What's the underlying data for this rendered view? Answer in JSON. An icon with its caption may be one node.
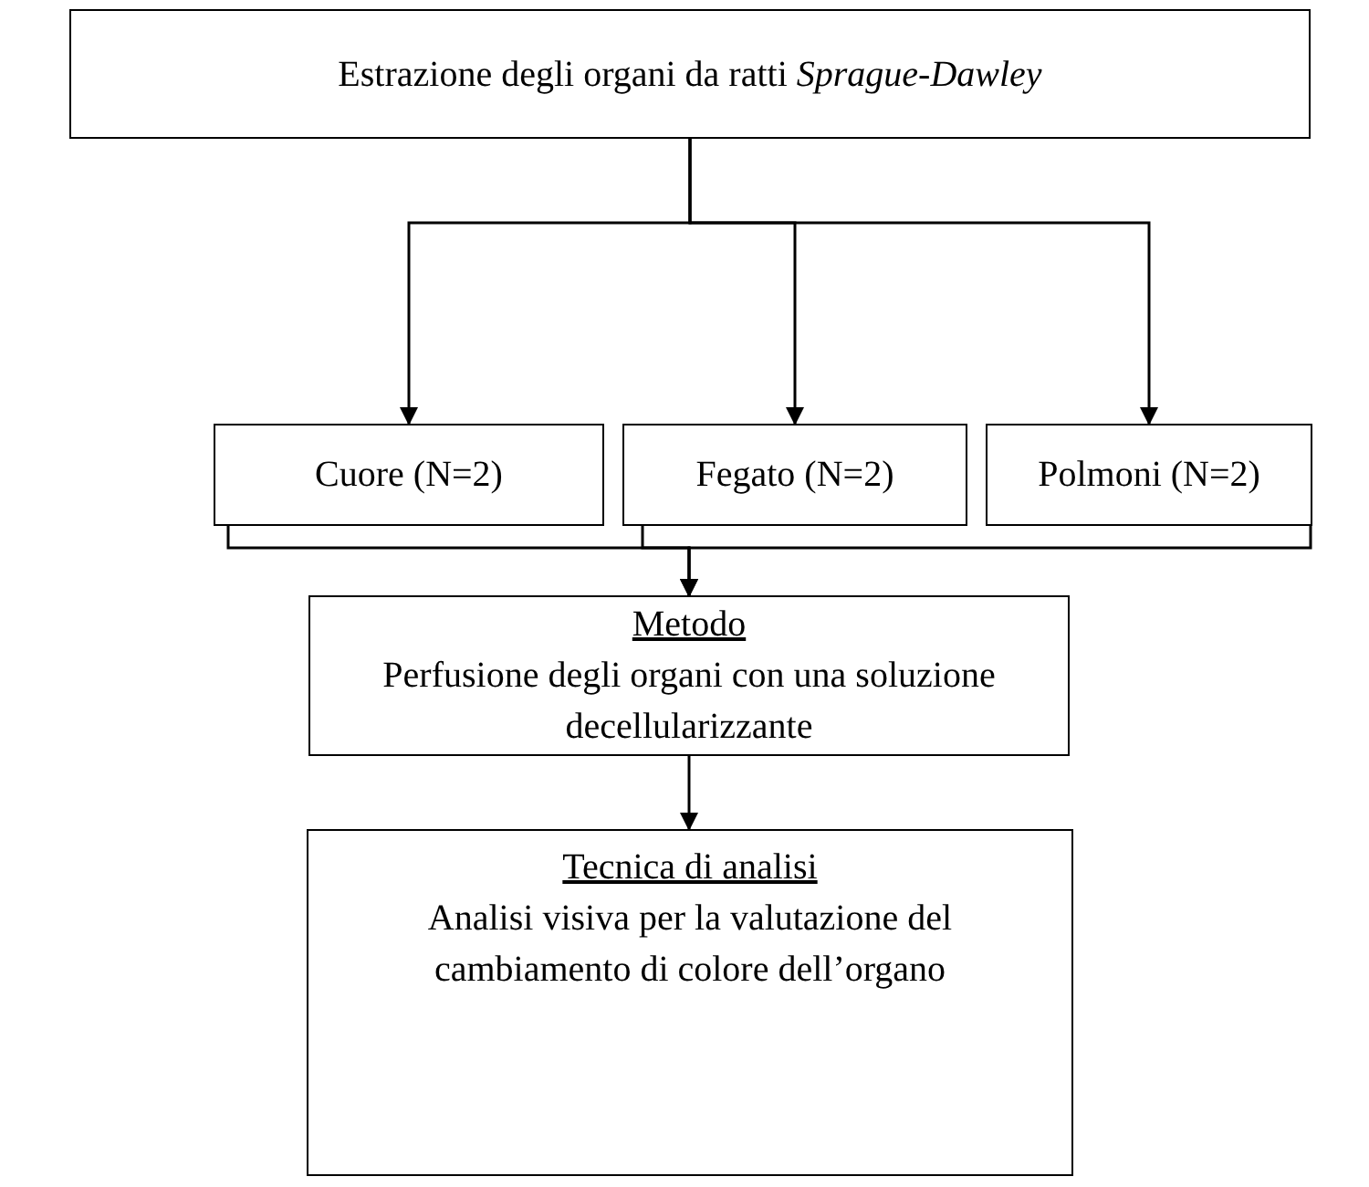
{
  "diagram": {
    "nodes": [
      {
        "text": [
          "Estrazione degli organi da ratti *Sprague-Dawley*"
        ]
      },
      {
        "text": [
          "Cuore (N=2)"
        ]
      },
      {
        "text": [
          "Fegato (N=2)"
        ]
      },
      {
        "text": [
          "Polmoni (N=2)"
        ]
      },
      {
        "text": [
          "Metodo",
          "Perfusione degli organi con una soluzione decellularizzante"
        ]
      },
      {
        "text": [
          "Tecnica di analisi",
          "Analisi visiva per la valutazione del cambiamento di colore dell’organo"
        ]
      }
    ],
    "edges": [
      {
        "from": 0,
        "to": 1,
        "arrow": "to"
      },
      {
        "from": 0,
        "to": 2,
        "arrow": "to"
      },
      {
        "from": 0,
        "to": 3,
        "arrow": "to"
      },
      {
        "from": 1,
        "to": 4,
        "arrow": "to"
      },
      {
        "from": 2,
        "to": 4,
        "arrow": "to"
      },
      {
        "from": 3,
        "to": 4,
        "arrow": "to"
      },
      {
        "from": 4,
        "to": 5,
        "arrow": "to"
      }
    ]
  }
}
